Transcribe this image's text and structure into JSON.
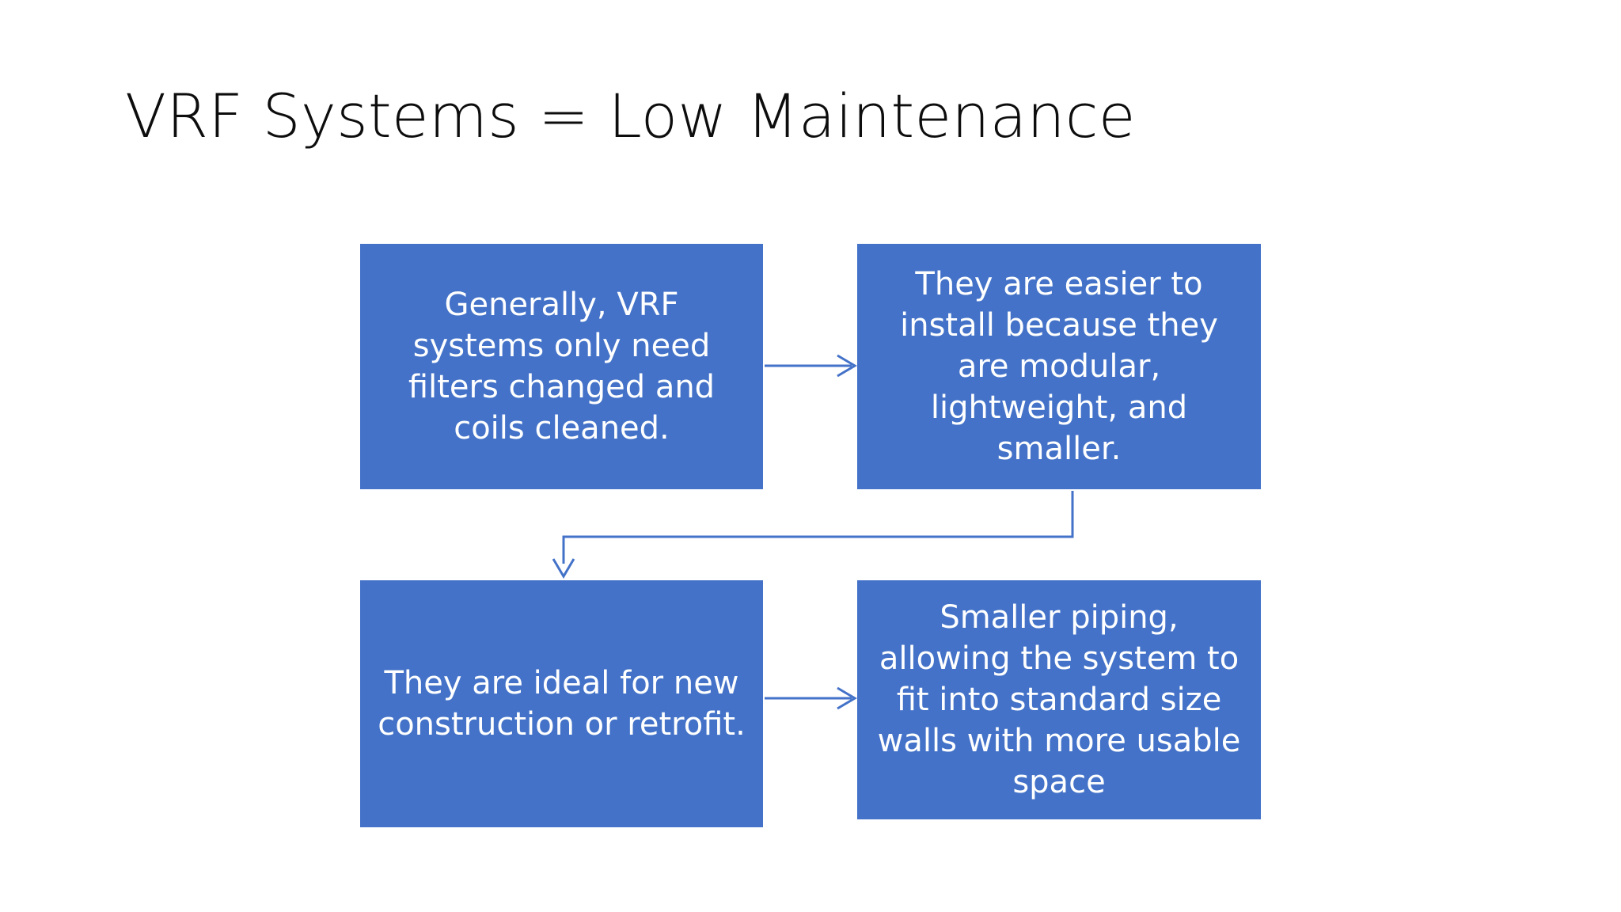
{
  "slide": {
    "title": "VRF Systems = Low Maintenance",
    "background_color": "#FFFFFF",
    "title_color": "#0D0D0D",
    "box_fill_color": "#4372C8",
    "box_text_color": "#FFFFFF",
    "connector_color": "#4372C8"
  },
  "diagram": {
    "type": "process-flow",
    "boxes": [
      {
        "id": "box-1",
        "text": "Generally, VRF systems only need filters changed and coils cleaned.",
        "row": 1,
        "column": 1
      },
      {
        "id": "box-2",
        "text": "They are easier to install because they are modular, lightweight, and smaller.",
        "row": 1,
        "column": 2
      },
      {
        "id": "box-3",
        "text": "They are ideal for new construction or retrofit.",
        "row": 2,
        "column": 1
      },
      {
        "id": "box-4",
        "text": "Smaller piping, allowing the system to fit into standard size walls with more usable space",
        "row": 2,
        "column": 2
      }
    ],
    "connectors": [
      {
        "id": "arrow-box1-to-box2",
        "from": "box-1",
        "to": "box-2",
        "style": "straight-right-arrow"
      },
      {
        "id": "arrow-box2-to-box3",
        "from": "box-2",
        "to": "box-3",
        "style": "elbow-down-left-down-arrow"
      },
      {
        "id": "arrow-box3-to-box4",
        "from": "box-3",
        "to": "box-4",
        "style": "straight-right-arrow"
      }
    ]
  }
}
